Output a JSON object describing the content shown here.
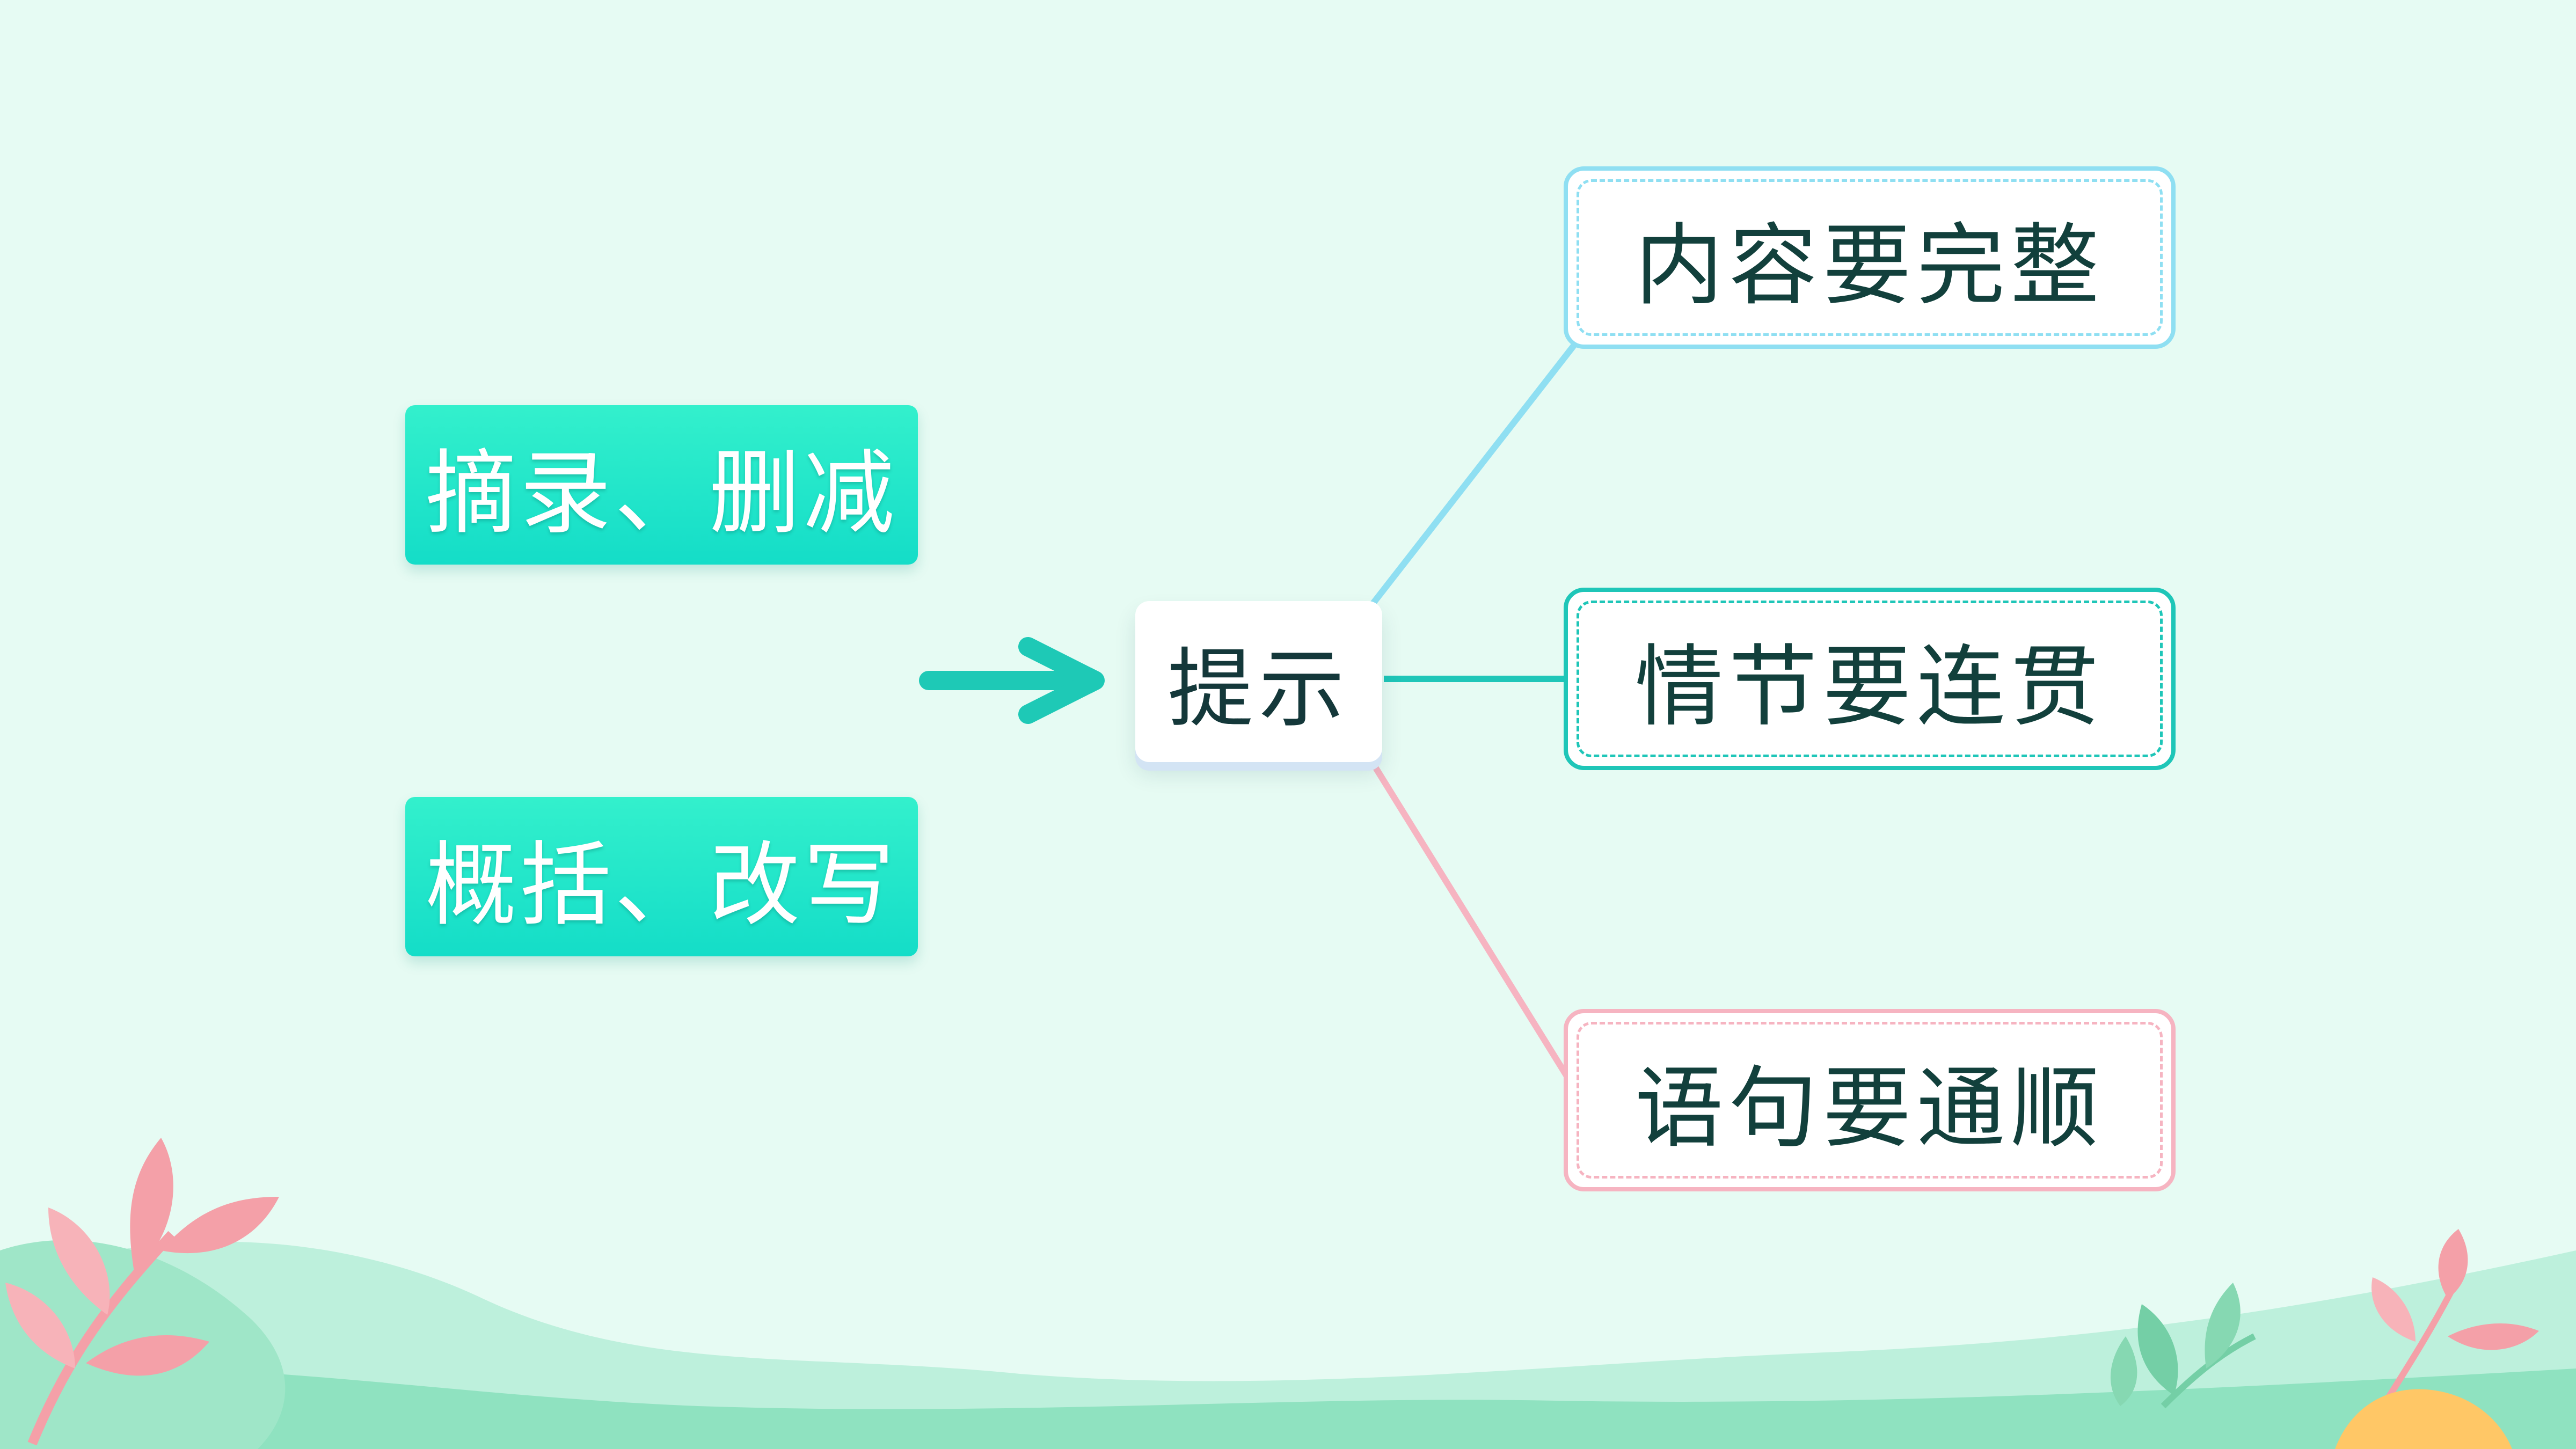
{
  "diagram": {
    "methods": [
      "摘录、删减",
      "概括、改写"
    ],
    "center": "提示",
    "requirements": [
      "内容要完整",
      "情节要连贯",
      "语句要通顺"
    ]
  },
  "colors": {
    "background": "#e6fbf3",
    "method_box": "#22e6c8",
    "arrow": "#1ec9b6",
    "line_top": "#8fdff2",
    "line_middle": "#1fc6b8",
    "line_bottom": "#f6b4c1",
    "text_dark": "#12403c",
    "leaf_pink": "#f4a0a8",
    "leaf_green": "#74cfa6",
    "hill_green": "#8fe2c0"
  },
  "icons": {
    "arrow": "arrow-right-icon",
    "decor_left": "pink-leaf-branch-icon",
    "decor_right": "green-leaf-branch-icon"
  }
}
